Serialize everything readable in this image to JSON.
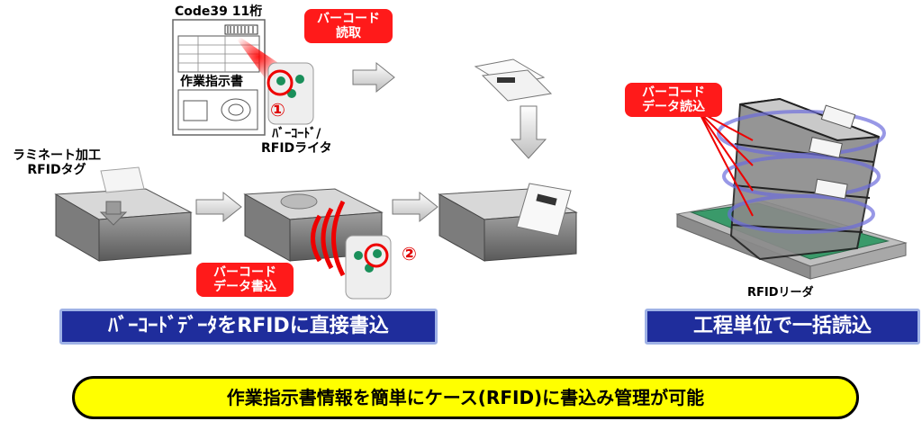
{
  "top_doc_label": "Code39 11桁",
  "doc_title": "作業指示書",
  "scan_callout": [
    "バーコード",
    "読取"
  ],
  "num1": "①",
  "num2": "②",
  "writer_label": [
    "ﾊﾞｰｺｰﾄﾞ/",
    "RFIDライタ"
  ],
  "tag_label": [
    "ラミネート加工",
    "RFIDタグ"
  ],
  "write_callout": [
    "バーコード",
    "データ書込"
  ],
  "read_callout": [
    "バーコード",
    "データ読込"
  ],
  "reader_label": "RFIDリーダ",
  "left_banner": "ﾊﾞｰｺｰﾄﾞﾃﾞｰﾀをRFIDに直接書込",
  "right_banner": "工程単位で一括読込",
  "bottom_banner": "作業指示書情報を簡単にケース(RFID)に書込み管理が可能",
  "colors": {
    "red": "#ff1a1a",
    "blue": "#1f2d9c",
    "yellow": "#ffff00",
    "reader_green": "#2f8f5c"
  }
}
